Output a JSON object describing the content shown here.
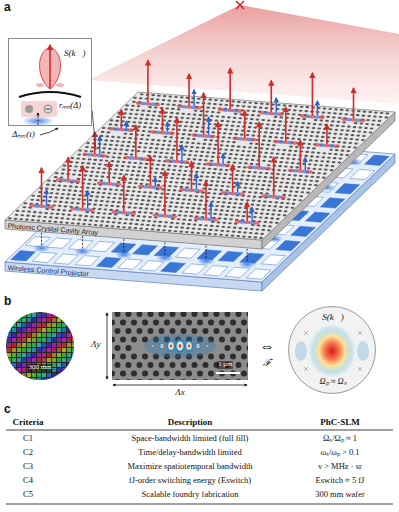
{
  "diagram": {
    "nodes": [
      {
        "text": [
          "S(k⃗)",
          "rₘₙ(Δ)"
        ]
      },
      {
        "text": [
          "Photonic Crystal Cavity Array"
        ]
      },
      {
        "text": [
          "Wireless Control Projector"
        ]
      },
      {
        "text": [
          "300 mm"
        ]
      },
      {
        "text": [
          "1 μm"
        ]
      },
      {
        "text": [
          "S(k⃗)",
          "Ωₚ ≈ Ωₛ"
        ]
      }
    ],
    "labels": [
      "a",
      "Δₘₙ(t)",
      "b",
      "Λy",
      "Λx",
      "⇔",
      "ℱ",
      "c",
      "Criteria",
      "Description",
      "PhC-SLM",
      "C1",
      "Space-bandwidth limited (full fill)",
      "Ωₛ/Ωₚ ≈ 1",
      "C2",
      "Time/delay-bandwidth limited",
      "ωₛ/ωₚ > 0.1",
      "C3",
      "Maximize spatiotemporal bandwidth",
      "ν > MHz · sr",
      "C4",
      "fJ-order switching energy (Eswitch)",
      "Eswitch ≈ 5 fJ",
      "C5",
      "Scalable foundry fabrication",
      "300 mm wafer"
    ]
  }
}
